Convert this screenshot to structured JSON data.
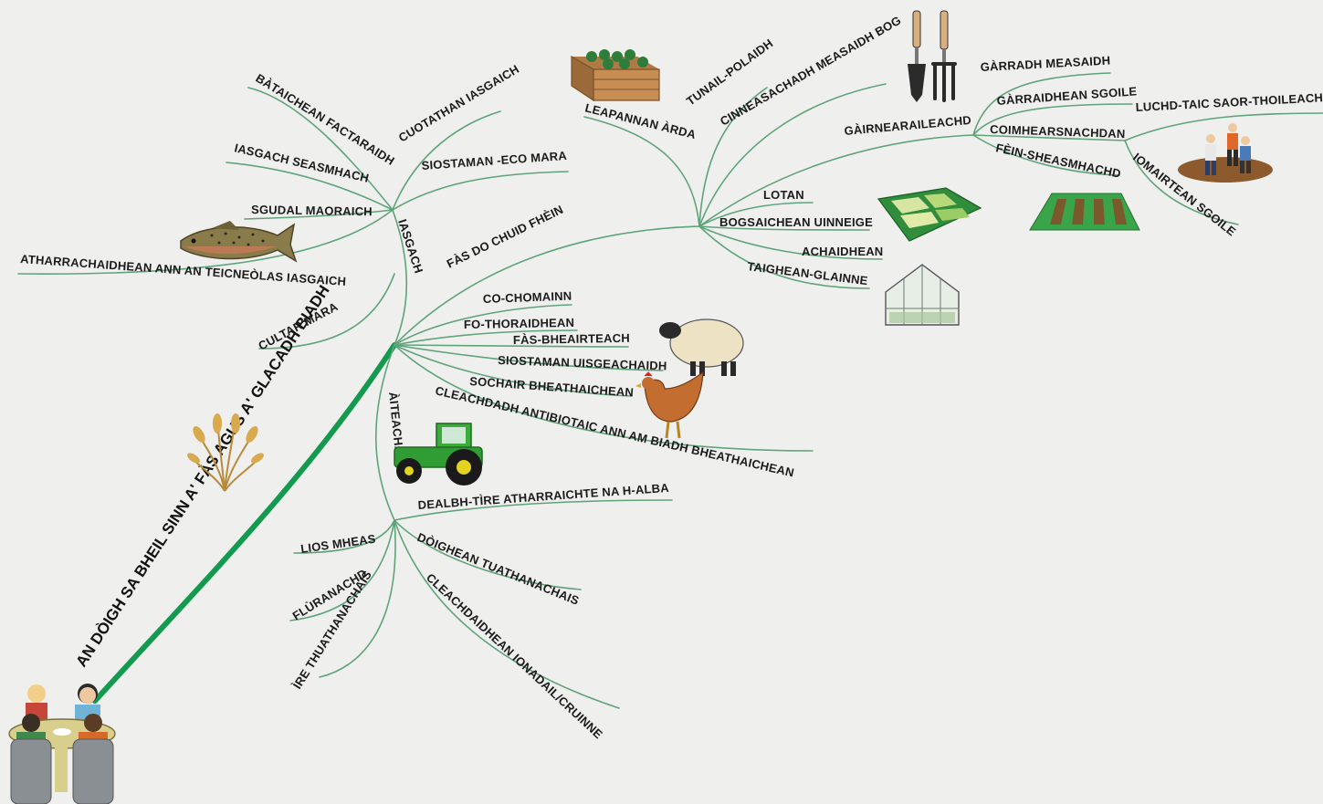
{
  "title": "AN DÒIGH SA BHEIL SINN A' FÀS AGUS A' GLACADH BIADH",
  "colors": {
    "background": "#efefee",
    "trunk": "#139a4e",
    "branch": "#5fa37a",
    "text": "#1b1b1b"
  },
  "iasgach": {
    "label": "IASGACH",
    "items": [
      "BÀTAICHEAN FACTARAIDH",
      "IASGACH SEASMHACH",
      "SGUDAL MAORAICH",
      "ATHARRACHAIDHEAN ANN AN TEICNEÒLAS IASGAICH",
      "CULTAR MARA",
      "CUOTATHAN IASGAICH",
      "SIOSTAMAN -ECO MARA"
    ]
  },
  "fas": {
    "label": "FÀS DO CHUID FHÈIN",
    "items": [
      "LEAPANNAN ÀRDA",
      "TUNAIL-POLAIDH",
      "CINNEASACHADH MEASAIDH BOG",
      "LOTAN",
      "BOGSAICHEAN UINNEIGE",
      "ACHAIDHEAN",
      "TAIGHEAN-GLAINNE"
    ],
    "garden": {
      "label": "GÀIRNEARAILEACHD",
      "items": [
        "GÀRRADH MEASAIDH",
        "GÀRRAIDHEAN SGOILE",
        "COIMHEARSNACHDAN",
        "FÈIN-SHEASMHACHD"
      ],
      "community": {
        "items": [
          "LUCHD-TAIC SAOR-THOILEACH",
          "IOMAIRTEAN SGOILE"
        ]
      }
    }
  },
  "animals": {
    "items": [
      "CO-CHOMAINN",
      "FO-THORAIDHEAN",
      "FÀS-BHEAIRTEACH",
      "SIOSTAMAN UISGEACHAIDH",
      "SOCHAIR BHEATHAICHEAN",
      "CLEACHDADH ANTIBIOTAIC ANN AM BIADH BHEATHAICHEAN"
    ]
  },
  "aiteachas": {
    "label": "ÀITEACHAS",
    "items": [
      "DEALBH-TÌRE ATHARRAICHTE NA H-ALBA",
      "LIOS MHEAS",
      "DÒIGHEAN TUATHANACHAIS",
      "FLÙRANACHD",
      "CLEACHDAIDHEAN IONADAIL/CRUINNE",
      "ÌRE THUATHANACHAIS"
    ]
  },
  "icons": [
    "fish-icon",
    "raised-bed-icon",
    "garden-tools-icon",
    "allotment-map-icon",
    "field-rows-icon",
    "greenhouse-icon",
    "volunteers-icon",
    "sheep-icon",
    "hen-icon",
    "tractor-icon",
    "wheat-icon",
    "family-table-icon"
  ]
}
